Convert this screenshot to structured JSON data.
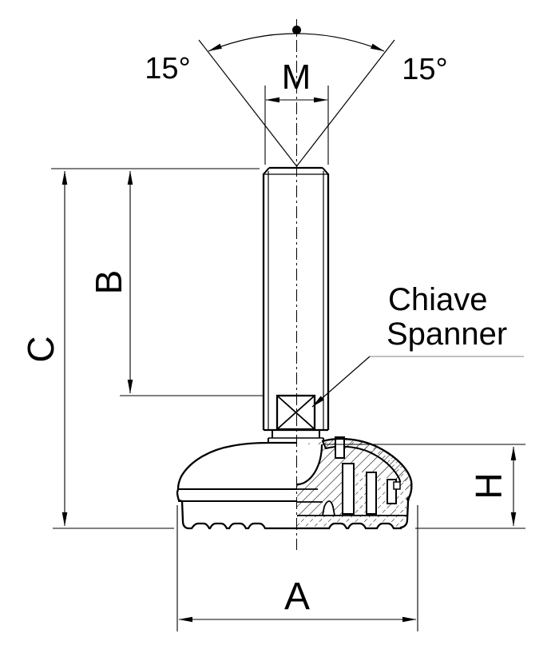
{
  "labels": {
    "angle_left": "15°",
    "angle_right": "15°",
    "thread_diameter": "M",
    "thread_length": "B",
    "overall_height": "C",
    "base_diameter": "A",
    "base_height": "H",
    "spanner_note_line1": "Chiave",
    "spanner_note_line2": "Spanner"
  },
  "colors": {
    "ink": "#000000",
    "paper": "#ffffff",
    "leader_underline": "#9a9a9a"
  }
}
